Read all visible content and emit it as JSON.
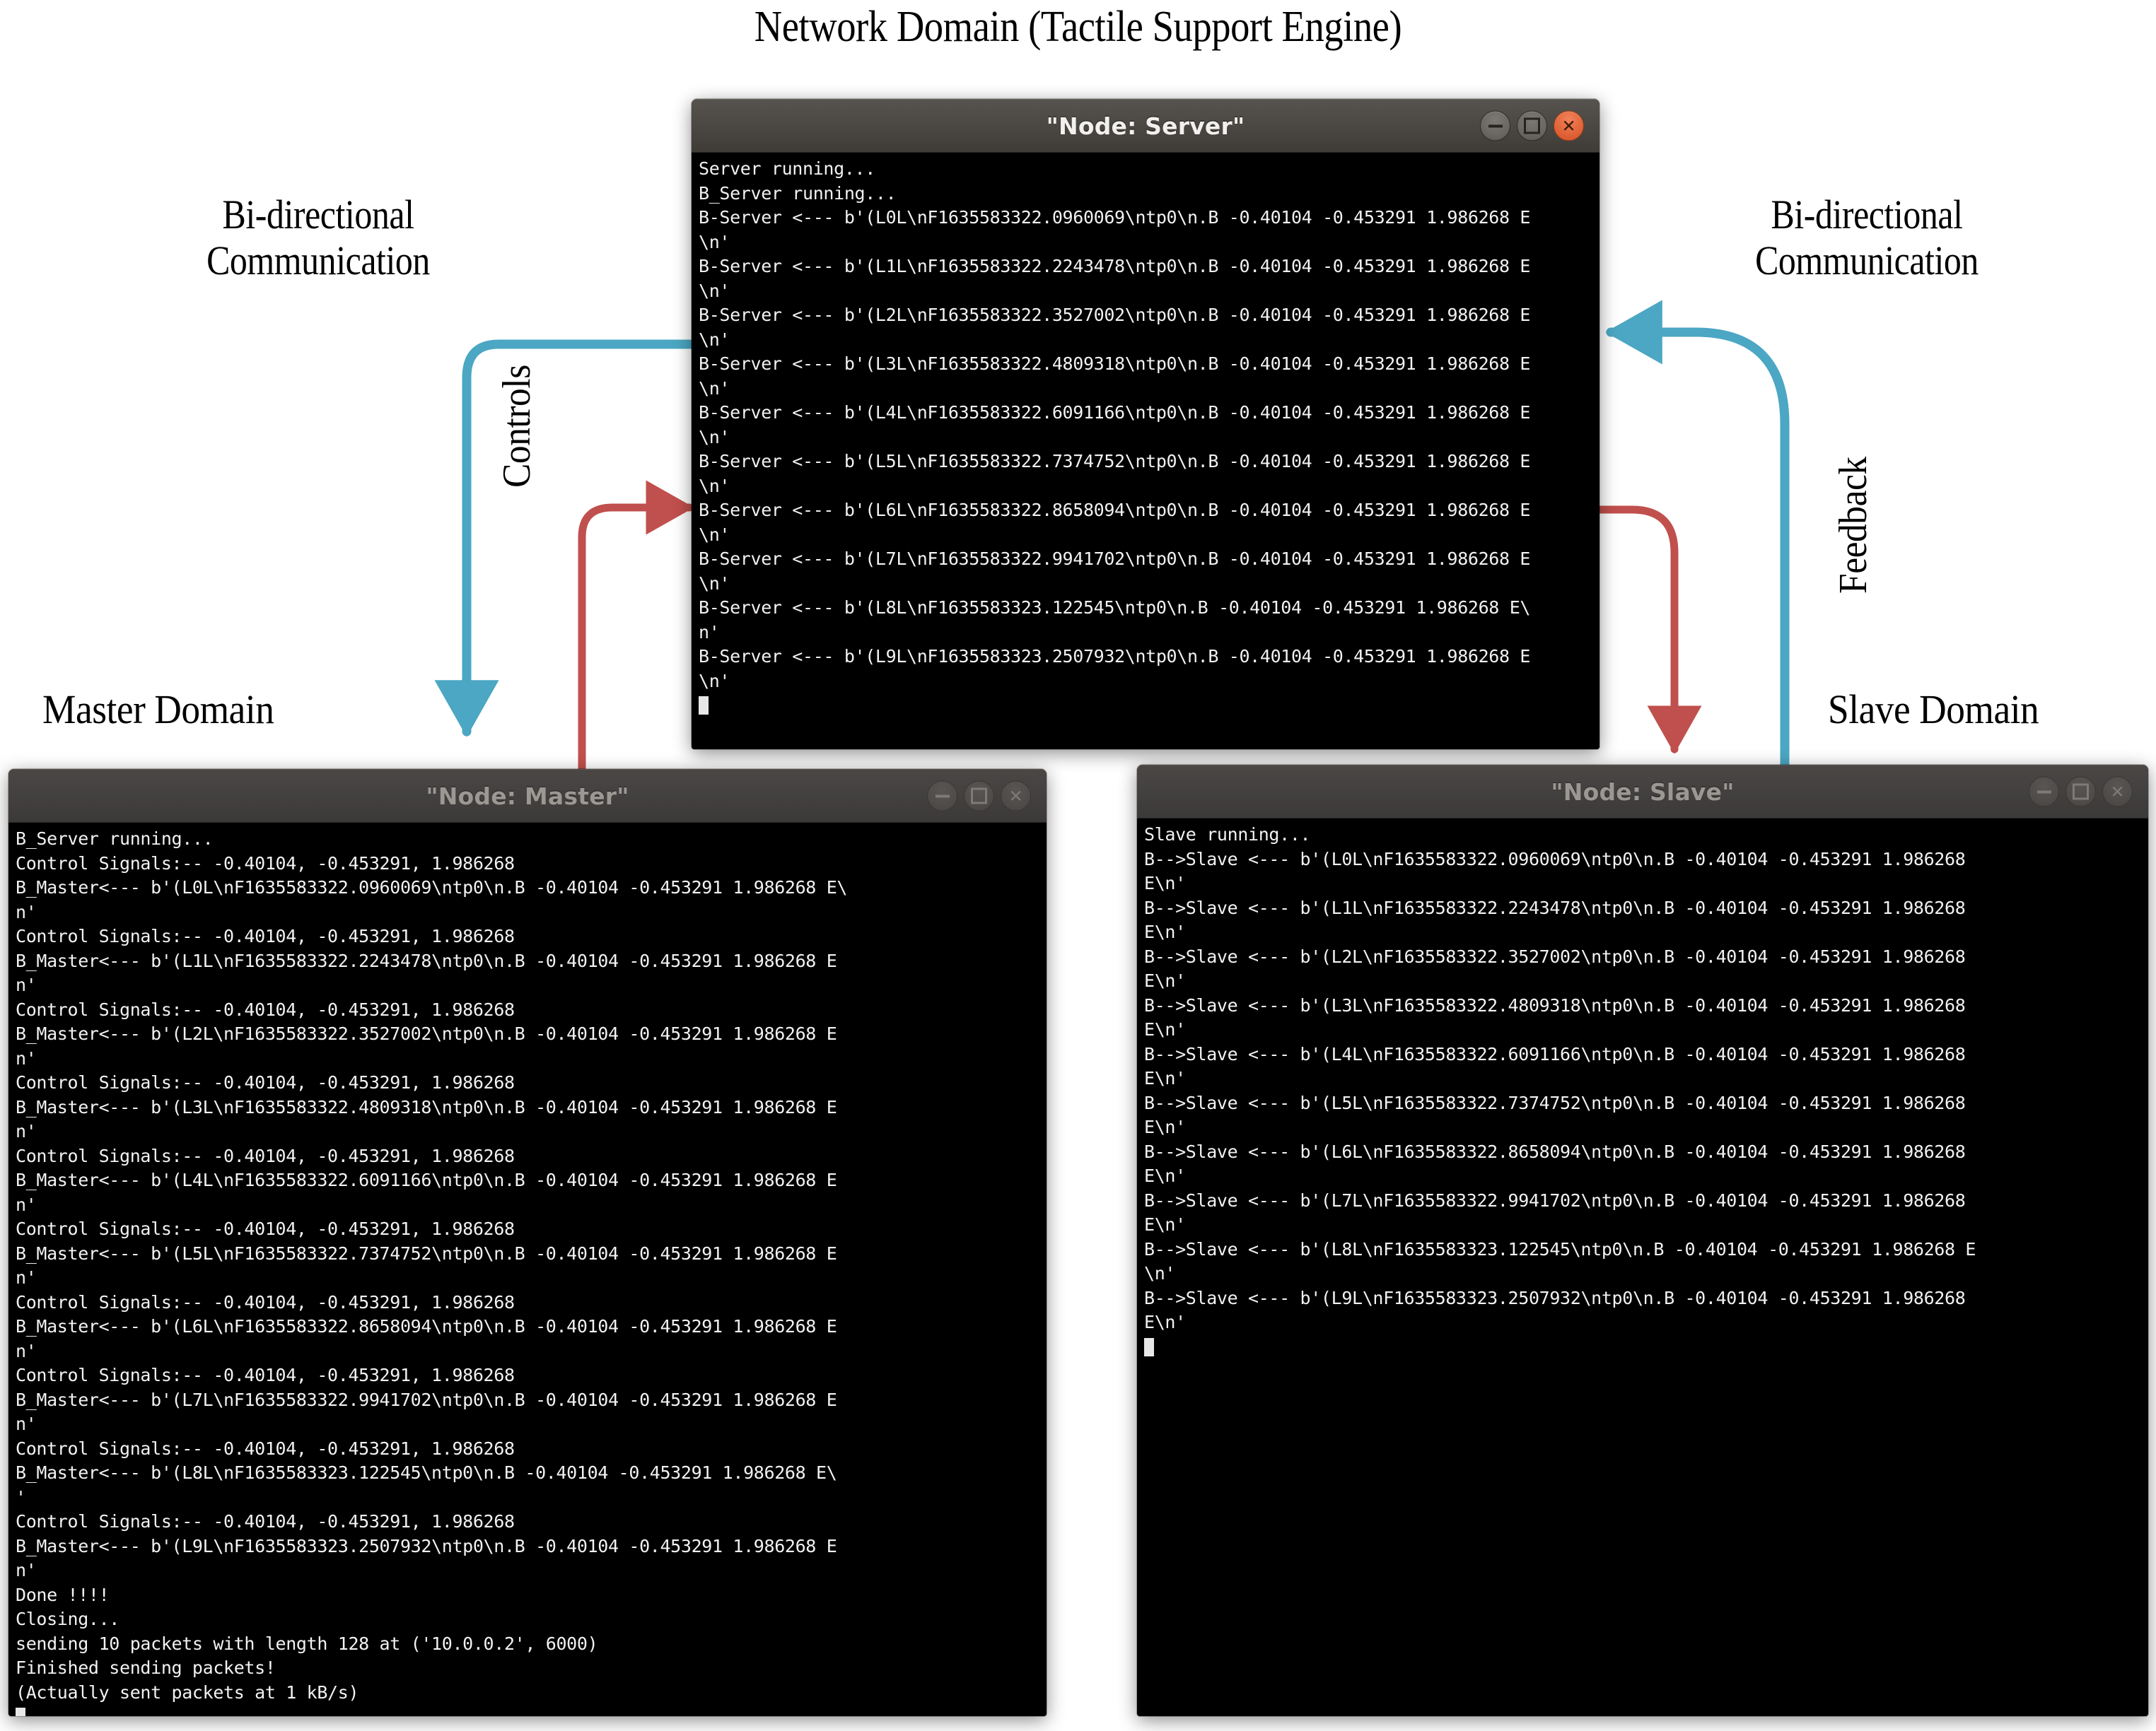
{
  "diagram": {
    "title": "Network Domain (Tactile Support Engine)",
    "label_bidirectional_left": "Bi-directional\nCommunication",
    "label_bidirectional_right": "Bi-directional\nCommunication",
    "label_master_domain": "Master Domain",
    "label_slave_domain": "Slave Domain",
    "label_controls": "Controls",
    "label_feedback": "Feedback",
    "colors": {
      "arrow_blue": "#4BA7C3",
      "arrow_red": "#C0504D",
      "titlebar_active": "#4c4945",
      "titlebar_inactive": "#434040",
      "close_button": "#e2663a",
      "terminal_background": "#000000",
      "terminal_text": "#f2f2f2"
    }
  },
  "windows": {
    "server": {
      "title": "\"Node: Server\"",
      "active": true,
      "buttons": {
        "minimize": "minimize",
        "maximize": "maximize",
        "close": "close"
      },
      "lines": [
        "Server running...",
        "B_Server running...",
        "B-Server <--- b'(L0L\\nF1635583322.0960069\\ntp0\\n.B -0.40104 -0.453291 1.986268 E",
        "\\n'",
        "B-Server <--- b'(L1L\\nF1635583322.2243478\\ntp0\\n.B -0.40104 -0.453291 1.986268 E",
        "\\n'",
        "B-Server <--- b'(L2L\\nF1635583322.3527002\\ntp0\\n.B -0.40104 -0.453291 1.986268 E",
        "\\n'",
        "B-Server <--- b'(L3L\\nF1635583322.4809318\\ntp0\\n.B -0.40104 -0.453291 1.986268 E",
        "\\n'",
        "B-Server <--- b'(L4L\\nF1635583322.6091166\\ntp0\\n.B -0.40104 -0.453291 1.986268 E",
        "\\n'",
        "B-Server <--- b'(L5L\\nF1635583322.7374752\\ntp0\\n.B -0.40104 -0.453291 1.986268 E",
        "\\n'",
        "B-Server <--- b'(L6L\\nF1635583322.8658094\\ntp0\\n.B -0.40104 -0.453291 1.986268 E",
        "\\n'",
        "B-Server <--- b'(L7L\\nF1635583322.9941702\\ntp0\\n.B -0.40104 -0.453291 1.986268 E",
        "\\n'",
        "B-Server <--- b'(L8L\\nF1635583323.122545\\ntp0\\n.B -0.40104 -0.453291 1.986268 E\\",
        "n'",
        "B-Server <--- b'(L9L\\nF1635583323.2507932\\ntp0\\n.B -0.40104 -0.453291 1.986268 E",
        "\\n'"
      ],
      "cursor": true
    },
    "master": {
      "title": "\"Node: Master\"",
      "active": false,
      "buttons": {
        "minimize": "minimize",
        "maximize": "maximize",
        "close": "close"
      },
      "lines": [
        "B_Server running...",
        "Control Signals:-- -0.40104, -0.453291, 1.986268",
        "B_Master<--- b'(L0L\\nF1635583322.0960069\\ntp0\\n.B -0.40104 -0.453291 1.986268 E\\",
        "n'",
        "Control Signals:-- -0.40104, -0.453291, 1.986268",
        "B_Master<--- b'(L1L\\nF1635583322.2243478\\ntp0\\n.B -0.40104 -0.453291 1.986268 E",
        "n'",
        "Control Signals:-- -0.40104, -0.453291, 1.986268",
        "B_Master<--- b'(L2L\\nF1635583322.3527002\\ntp0\\n.B -0.40104 -0.453291 1.986268 E",
        "n'",
        "Control Signals:-- -0.40104, -0.453291, 1.986268",
        "B_Master<--- b'(L3L\\nF1635583322.4809318\\ntp0\\n.B -0.40104 -0.453291 1.986268 E",
        "n'",
        "Control Signals:-- -0.40104, -0.453291, 1.986268",
        "B_Master<--- b'(L4L\\nF1635583322.6091166\\ntp0\\n.B -0.40104 -0.453291 1.986268 E",
        "n'",
        "Control Signals:-- -0.40104, -0.453291, 1.986268",
        "B_Master<--- b'(L5L\\nF1635583322.7374752\\ntp0\\n.B -0.40104 -0.453291 1.986268 E",
        "n'",
        "Control Signals:-- -0.40104, -0.453291, 1.986268",
        "B_Master<--- b'(L6L\\nF1635583322.8658094\\ntp0\\n.B -0.40104 -0.453291 1.986268 E",
        "n'",
        "Control Signals:-- -0.40104, -0.453291, 1.986268",
        "B_Master<--- b'(L7L\\nF1635583322.9941702\\ntp0\\n.B -0.40104 -0.453291 1.986268 E",
        "n'",
        "Control Signals:-- -0.40104, -0.453291, 1.986268",
        "B_Master<--- b'(L8L\\nF1635583323.122545\\ntp0\\n.B -0.40104 -0.453291 1.986268 E\\",
        "'",
        "Control Signals:-- -0.40104, -0.453291, 1.986268",
        "B_Master<--- b'(L9L\\nF1635583323.2507932\\ntp0\\n.B -0.40104 -0.453291 1.986268 E",
        "n'",
        "Done !!!!",
        "Closing...",
        "sending 10 packets with length 128 at ('10.0.0.2', 6000)",
        "Finished sending packets!",
        "(Actually sent packets at 1 kB/s)"
      ],
      "cursor": true
    },
    "slave": {
      "title": "\"Node: Slave\"",
      "active": false,
      "buttons": {
        "minimize": "minimize",
        "maximize": "maximize",
        "close": "close"
      },
      "lines": [
        "Slave running...",
        "B-->Slave <--- b'(L0L\\nF1635583322.0960069\\ntp0\\n.B -0.40104 -0.453291 1.986268",
        "E\\n'",
        "B-->Slave <--- b'(L1L\\nF1635583322.2243478\\ntp0\\n.B -0.40104 -0.453291 1.986268",
        "E\\n'",
        "B-->Slave <--- b'(L2L\\nF1635583322.3527002\\ntp0\\n.B -0.40104 -0.453291 1.986268",
        "E\\n'",
        "B-->Slave <--- b'(L3L\\nF1635583322.4809318\\ntp0\\n.B -0.40104 -0.453291 1.986268",
        "E\\n'",
        "B-->Slave <--- b'(L4L\\nF1635583322.6091166\\ntp0\\n.B -0.40104 -0.453291 1.986268",
        "E\\n'",
        "B-->Slave <--- b'(L5L\\nF1635583322.7374752\\ntp0\\n.B -0.40104 -0.453291 1.986268",
        "E\\n'",
        "B-->Slave <--- b'(L6L\\nF1635583322.8658094\\ntp0\\n.B -0.40104 -0.453291 1.986268",
        "E\\n'",
        "B-->Slave <--- b'(L7L\\nF1635583322.9941702\\ntp0\\n.B -0.40104 -0.453291 1.986268",
        "E\\n'",
        "B-->Slave <--- b'(L8L\\nF1635583323.122545\\ntp0\\n.B -0.40104 -0.453291 1.986268 E",
        "\\n'",
        "B-->Slave <--- b'(L9L\\nF1635583323.2507932\\ntp0\\n.B -0.40104 -0.453291 1.986268",
        "E\\n'"
      ],
      "cursor": true
    }
  }
}
